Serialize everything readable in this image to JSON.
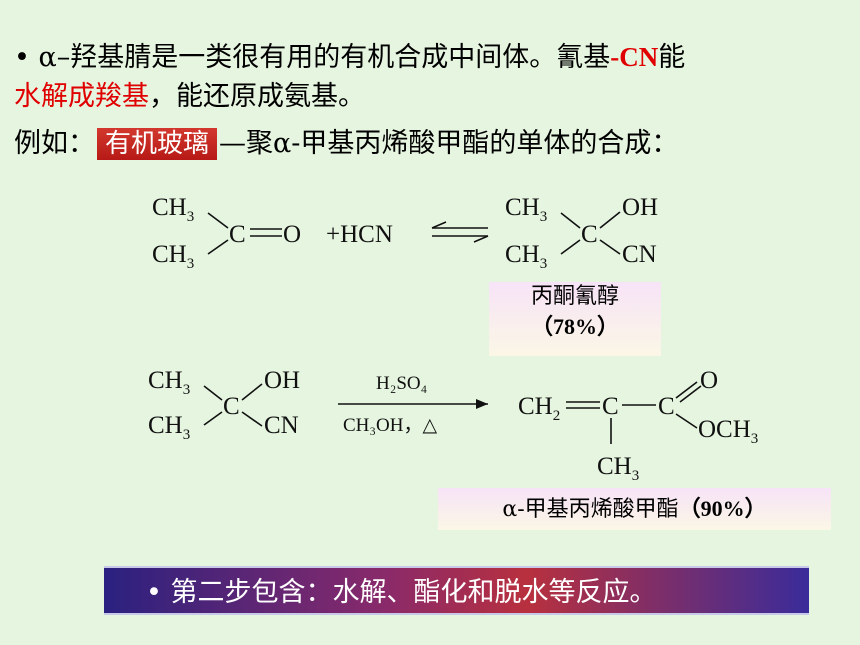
{
  "intro": {
    "bullet": "•",
    "alpha": "α",
    "part1": "–羟基腈是一类很有用的有机合成中间体。氰基",
    "cn": "-CN",
    "part2": "能",
    "red": "水解成羧基",
    "part3": "，能还原成氨基。"
  },
  "example": {
    "prefix": "例如：",
    "tag": "有机玻璃",
    "suffix_dash": "—聚",
    "alpha": "α",
    "suffix": "-甲基丙烯酸甲酯的单体的合成："
  },
  "reaction1": {
    "ch3": "CH",
    "three": "3",
    "c": "C",
    "o": "O",
    "plus_hcn": "+HCN",
    "oh": "OH",
    "cn": "CN"
  },
  "product1": {
    "name": "丙酮氰醇",
    "yield": "（78%）"
  },
  "reaction2": {
    "ch3": "CH",
    "three": "3",
    "c": "C",
    "oh": "OH",
    "cn": "CN",
    "reagent_top": "H₂SO₄",
    "reagent_bottom": "CH₃OH，△",
    "ch2": "CH",
    "two": "2",
    "o": "O",
    "och3": "OCH",
    "pch3": "CH"
  },
  "product2": {
    "alpha": "α",
    "name": "-甲基丙烯酸甲酯",
    "yield": "（90%）"
  },
  "banner": {
    "text": "• 第二步包含：水解、酯化和脱水等反应。"
  }
}
